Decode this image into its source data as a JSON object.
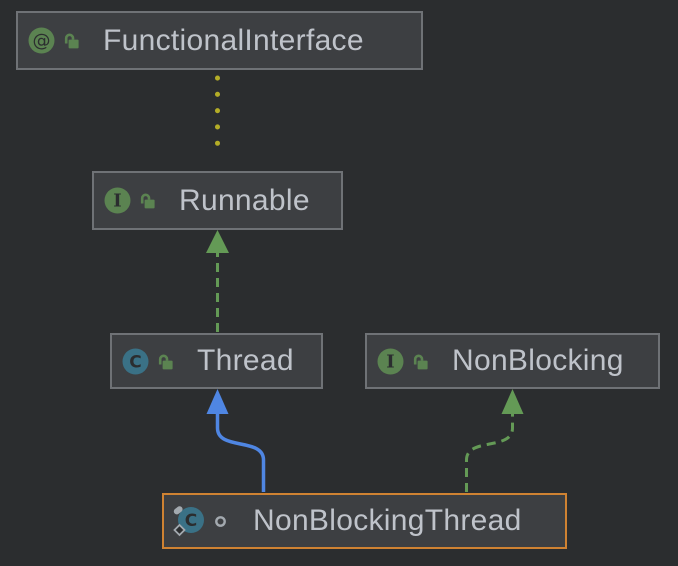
{
  "diagram": {
    "title": "UML class diagram",
    "nodes": [
      {
        "id": "functionalinterface",
        "label": "FunctionalInterface",
        "kind": "annotation",
        "visibility": "public",
        "selected": false
      },
      {
        "id": "runnable",
        "label": "Runnable",
        "kind": "interface",
        "visibility": "public",
        "selected": false
      },
      {
        "id": "thread",
        "label": "Thread",
        "kind": "class",
        "visibility": "public",
        "selected": false
      },
      {
        "id": "nonblocking",
        "label": "NonBlocking",
        "kind": "interface",
        "visibility": "public",
        "selected": false
      },
      {
        "id": "nonblockingthread",
        "label": "NonBlockingThread",
        "kind": "class",
        "visibility": "package-private",
        "selected": true
      }
    ],
    "edges": [
      {
        "from": "runnable",
        "to": "functionalinterface",
        "type": "annotated-by",
        "style": "dotted",
        "color": "#b4ad27"
      },
      {
        "from": "thread",
        "to": "runnable",
        "type": "implements",
        "style": "dashed",
        "color": "#649a56"
      },
      {
        "from": "nonblockingthread",
        "to": "thread",
        "type": "extends",
        "style": "solid",
        "color": "#4f86e3"
      },
      {
        "from": "nonblockingthread",
        "to": "nonblocking",
        "type": "implements",
        "style": "dashed",
        "color": "#649a56"
      }
    ]
  },
  "glyphs": {
    "annotation": "@",
    "interface": "I",
    "class": "C"
  },
  "colors": {
    "background": "#2b2d2f",
    "node_fill": "#3d3f42",
    "node_border": "#6f7276",
    "selection_border": "#cf8232",
    "label_text": "#bfc3ca",
    "edge_yellow": "#b4ad27",
    "edge_green": "#649a56",
    "edge_blue": "#4f86e3",
    "icon_green": "#5b8351",
    "icon_teal": "#3a7186",
    "icon_glyph_dark": "#2b2d2f",
    "icon_decoration_gray": "#a3a9af"
  }
}
